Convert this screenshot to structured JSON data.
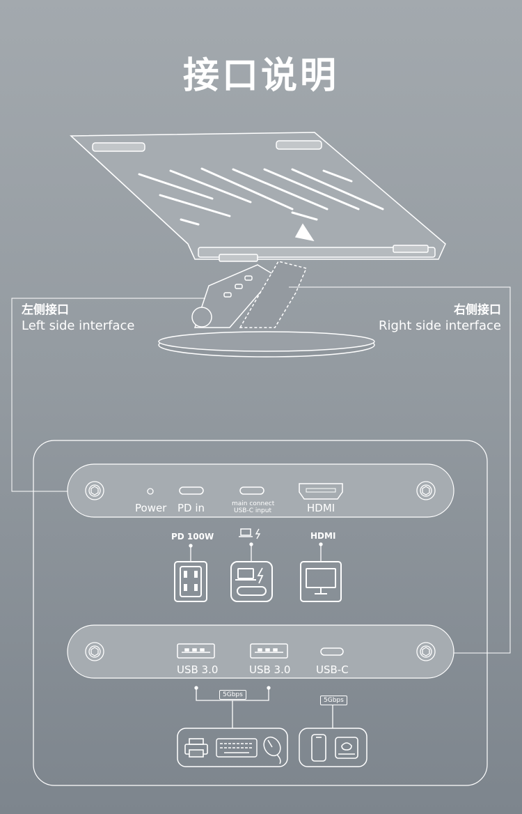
{
  "title": "接口说明",
  "left_side": {
    "cn": "左侧接口",
    "en": "Left side interface"
  },
  "right_side": {
    "cn": "右侧接口",
    "en": "Right side interface"
  },
  "top_ports": {
    "power": "Power",
    "pd_in": "PD in",
    "main_connect_line1": "main connect",
    "main_connect_line2": "USB-C input",
    "hdmi": "HDMI"
  },
  "top_devices": {
    "pd_label": "PD 100W",
    "hdmi_label": "HDMI"
  },
  "bottom_ports": {
    "usb1": "USB 3.0",
    "usb2": "USB 3.0",
    "usbc": "USB-C"
  },
  "bottom_devices": {
    "speed_left": "5Gbps",
    "speed_right": "5Gbps"
  },
  "icons": [
    "laptop-stand-illustration",
    "screw-icon",
    "power-port-icon",
    "usb-c-port-icon",
    "hdmi-port-icon",
    "power-outlet-icon",
    "laptop-charging-icon",
    "monitor-icon",
    "usb-a-port-icon",
    "printer-icon",
    "keyboard-icon",
    "mouse-icon",
    "phone-icon",
    "hard-drive-icon"
  ]
}
